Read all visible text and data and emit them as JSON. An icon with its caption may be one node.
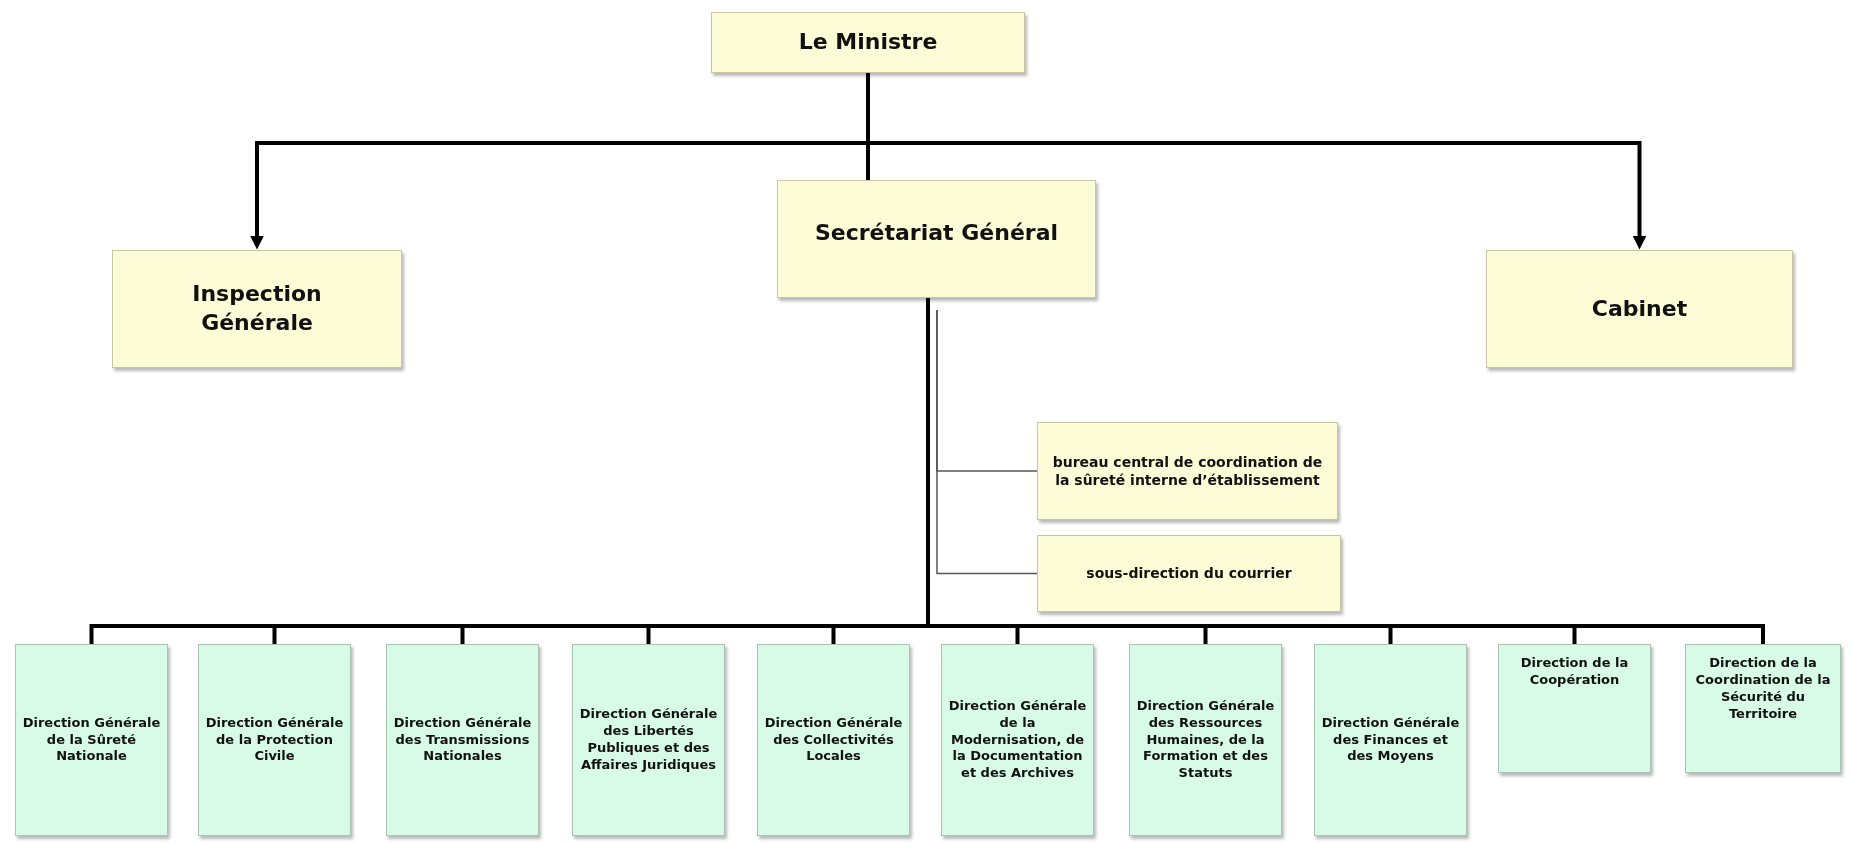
{
  "diagram": {
    "nodes": [
      {
        "text": [
          "Le Ministre"
        ]
      },
      {
        "text": [
          "Inspection Générale"
        ]
      },
      {
        "text": [
          "Secrétariat Général"
        ]
      },
      {
        "text": [
          "Cabinet"
        ]
      },
      {
        "text": [
          "bureau central de coordination de la sûreté interne d’établissement"
        ]
      },
      {
        "text": [
          "sous-direction du courrier"
        ]
      },
      {
        "text": [
          "Direction Générale de la Sûreté Nationale"
        ]
      },
      {
        "text": [
          "Direction Générale de la Protection Civile"
        ]
      },
      {
        "text": [
          "Direction Générale des Transmissions Nationales"
        ]
      },
      {
        "text": [
          "Direction Générale des Libertés Publiques et des Affaires Juridiques"
        ]
      },
      {
        "text": [
          "Direction Générale des Collectivités Locales"
        ]
      },
      {
        "text": [
          "Direction Générale de la Modernisation, de la Documentation et des Archives"
        ]
      },
      {
        "text": [
          "Direction Générale des Ressources Humaines, de la Formation et des Statuts"
        ]
      },
      {
        "text": [
          "Direction Générale des Finances et des Moyens"
        ]
      },
      {
        "text": [
          "Direction de la Coopération"
        ]
      },
      {
        "text": [
          "Direction de la Coordination de la Sécurité du Territoire"
        ]
      }
    ],
    "edges": [
      {
        "from": 0,
        "to": 1,
        "arrow": "to"
      },
      {
        "from": 0,
        "to": 2,
        "arrow": "none"
      },
      {
        "from": 0,
        "to": 3,
        "arrow": "to"
      },
      {
        "from": 2,
        "to": 4,
        "arrow": "none",
        "color": "#555555"
      },
      {
        "from": 2,
        "to": 5,
        "arrow": "none",
        "color": "#555555"
      },
      {
        "from": 2,
        "to": 6,
        "arrow": "none"
      },
      {
        "from": 2,
        "to": 7,
        "arrow": "none"
      },
      {
        "from": 2,
        "to": 8,
        "arrow": "none"
      },
      {
        "from": 2,
        "to": 9,
        "arrow": "none"
      },
      {
        "from": 2,
        "to": 10,
        "arrow": "none"
      },
      {
        "from": 2,
        "to": 11,
        "arrow": "none"
      },
      {
        "from": 2,
        "to": 12,
        "arrow": "none"
      },
      {
        "from": 2,
        "to": 13,
        "arrow": "none"
      },
      {
        "from": 2,
        "to": 14,
        "arrow": "none"
      },
      {
        "from": 2,
        "to": 15,
        "arrow": "none"
      }
    ]
  }
}
